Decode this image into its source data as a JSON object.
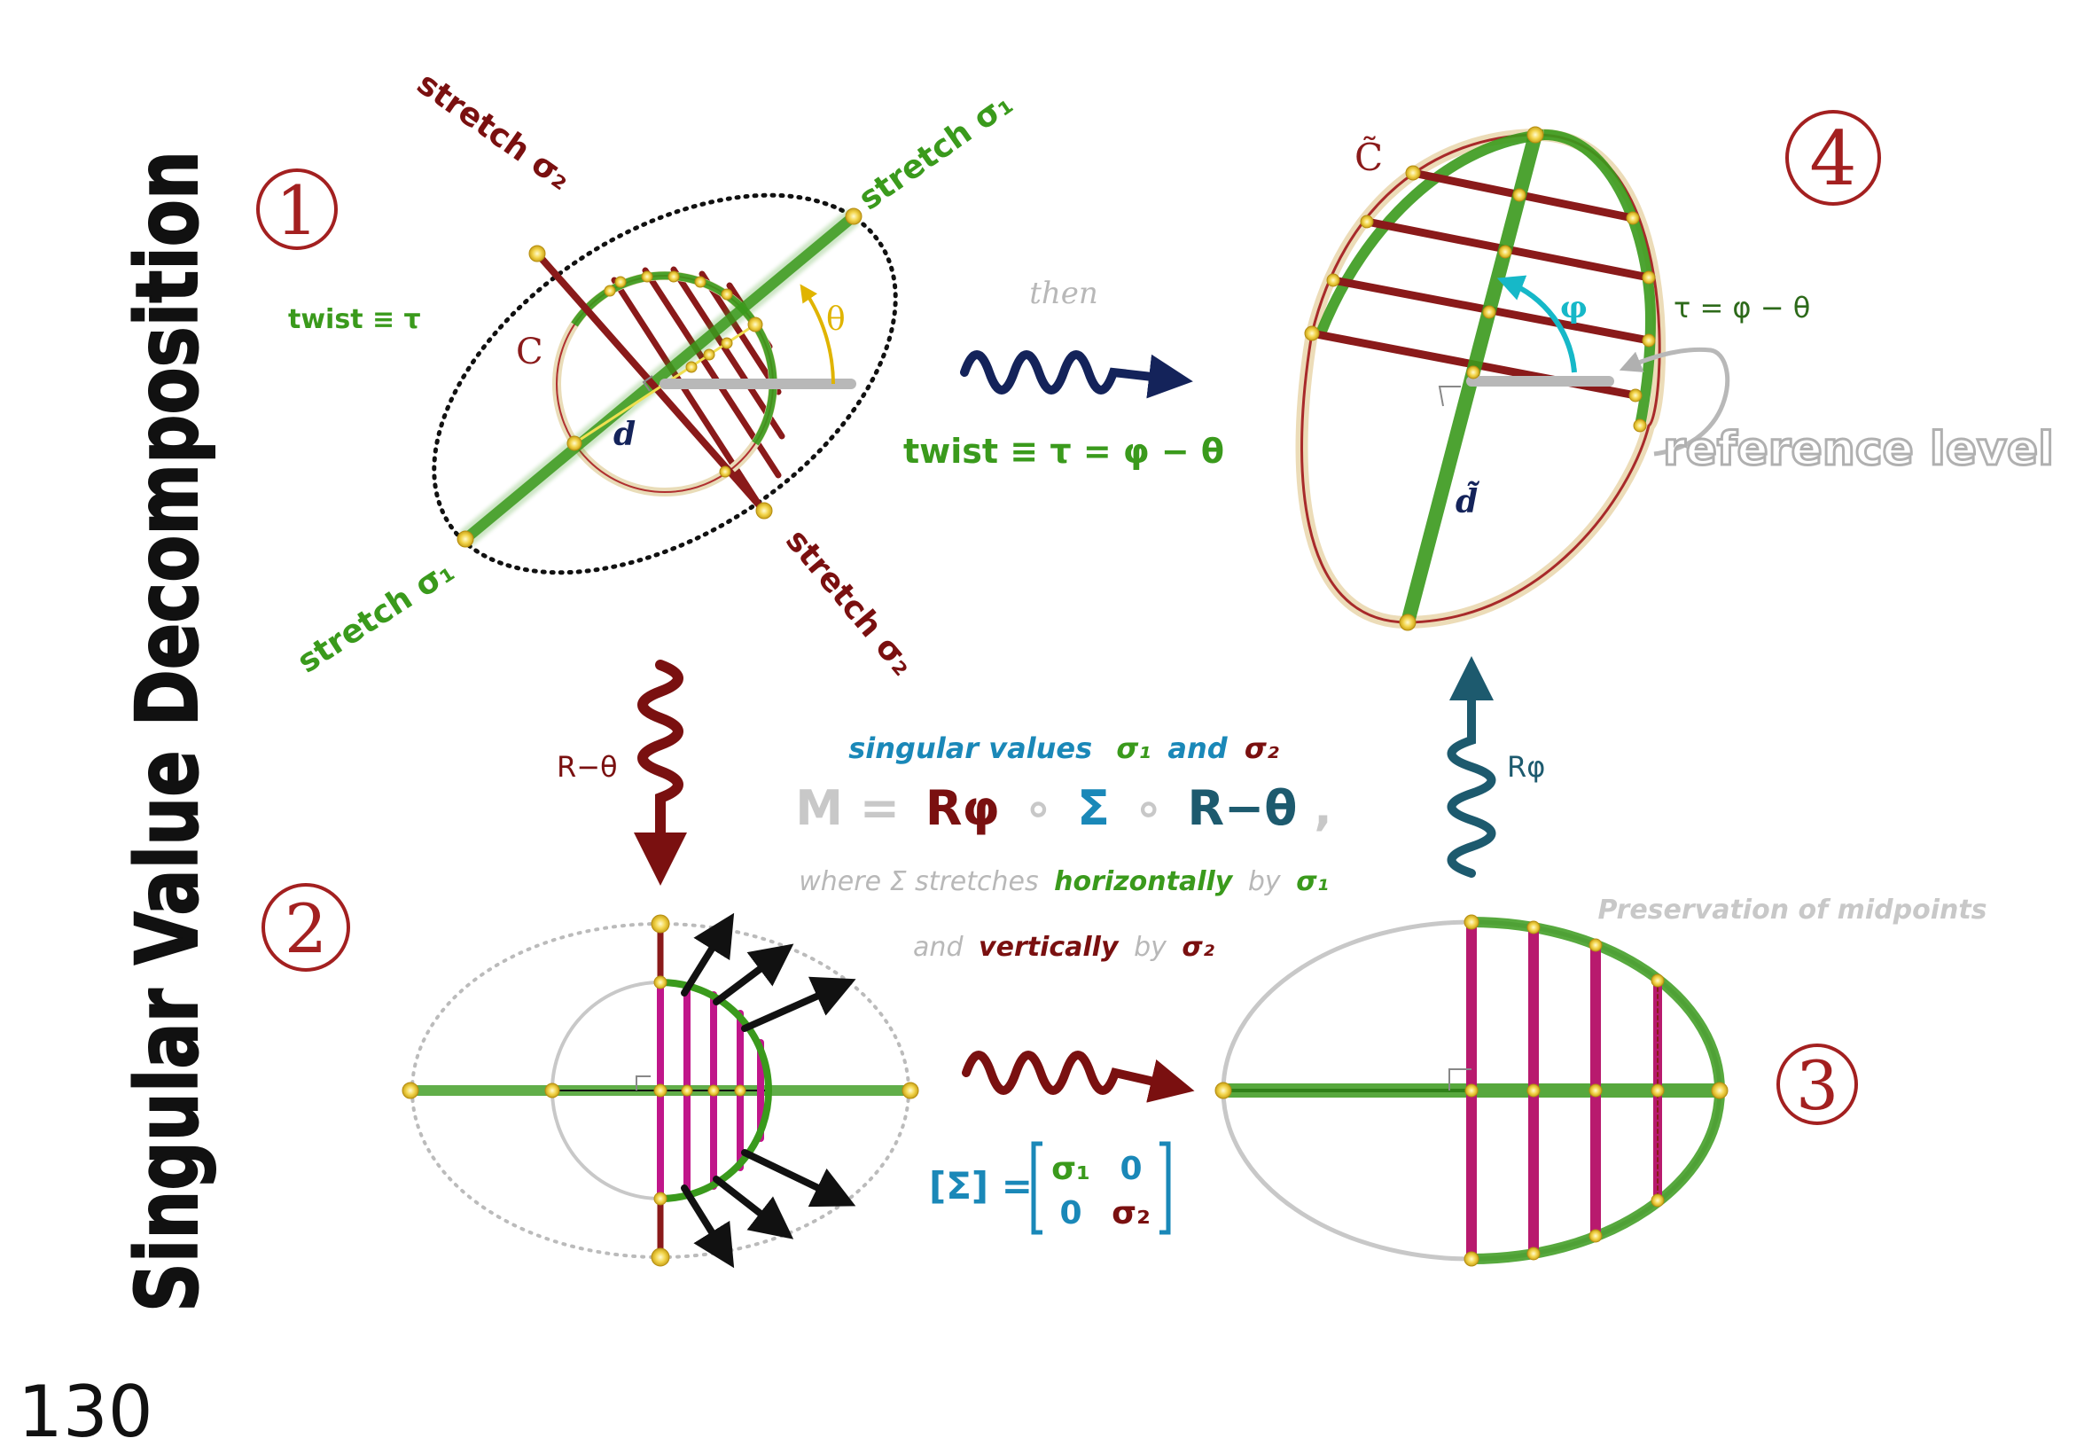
{
  "title": "Singular Value Decomposition",
  "page_number": "130",
  "steps": {
    "step1": "1",
    "step2": "2",
    "step3": "3",
    "step4": "4"
  },
  "panel1": {
    "twist_label": "twist ≡ τ",
    "circle_label": "C",
    "diameter_label": "d",
    "theta_label": "θ",
    "stretch_s1_top": "stretch σ₁",
    "stretch_s1_bottom": "stretch σ₁",
    "stretch_s2_top": "stretch σ₂",
    "stretch_s2_bottom": "stretch σ₂"
  },
  "panel4": {
    "curve_label": "C̃",
    "diameter_label": "d̃",
    "phi_label": "φ",
    "tau_eq": "τ = φ − θ",
    "reference_level": "reference level"
  },
  "transitions": {
    "then": "then",
    "twist_eq": "twist ≡ τ = φ − θ",
    "r_minus_theta": "R−θ",
    "r_phi": "Rφ"
  },
  "center_text": {
    "singular_values_prefix": "singular values",
    "singular_values_s1": "σ₁",
    "singular_values_and": "and",
    "singular_values_s2": "σ₂",
    "m_eq_m": "M =",
    "m_eq_rphi": "Rφ",
    "m_eq_o1": "∘",
    "m_eq_sigma": "Σ",
    "m_eq_o2": "∘",
    "m_eq_rtheta": "R−θ",
    "m_eq_comma": ",",
    "where_prefix": "where Σ stretches",
    "where_horizontally": "horizontally",
    "where_by": "by",
    "where_s1": "σ₁",
    "and_prefix": "and",
    "and_vertically": "vertically",
    "and_by": "by",
    "and_s2": "σ₂",
    "matrix_label": "[Σ] =",
    "matrix_a": "σ₁",
    "matrix_b": "0",
    "matrix_c": "0",
    "matrix_d": "σ₂"
  },
  "panel3": {
    "preservation": "Preservation of midpoints"
  },
  "colors": {
    "green": "#3a9a1c",
    "darkred": "#7a1010",
    "magenta": "#c0168a",
    "navy": "#14235a",
    "teal": "#1d5a6e",
    "cyan": "#16b8c8",
    "blue": "#1a88b8",
    "grey": "#b8b8b8"
  }
}
